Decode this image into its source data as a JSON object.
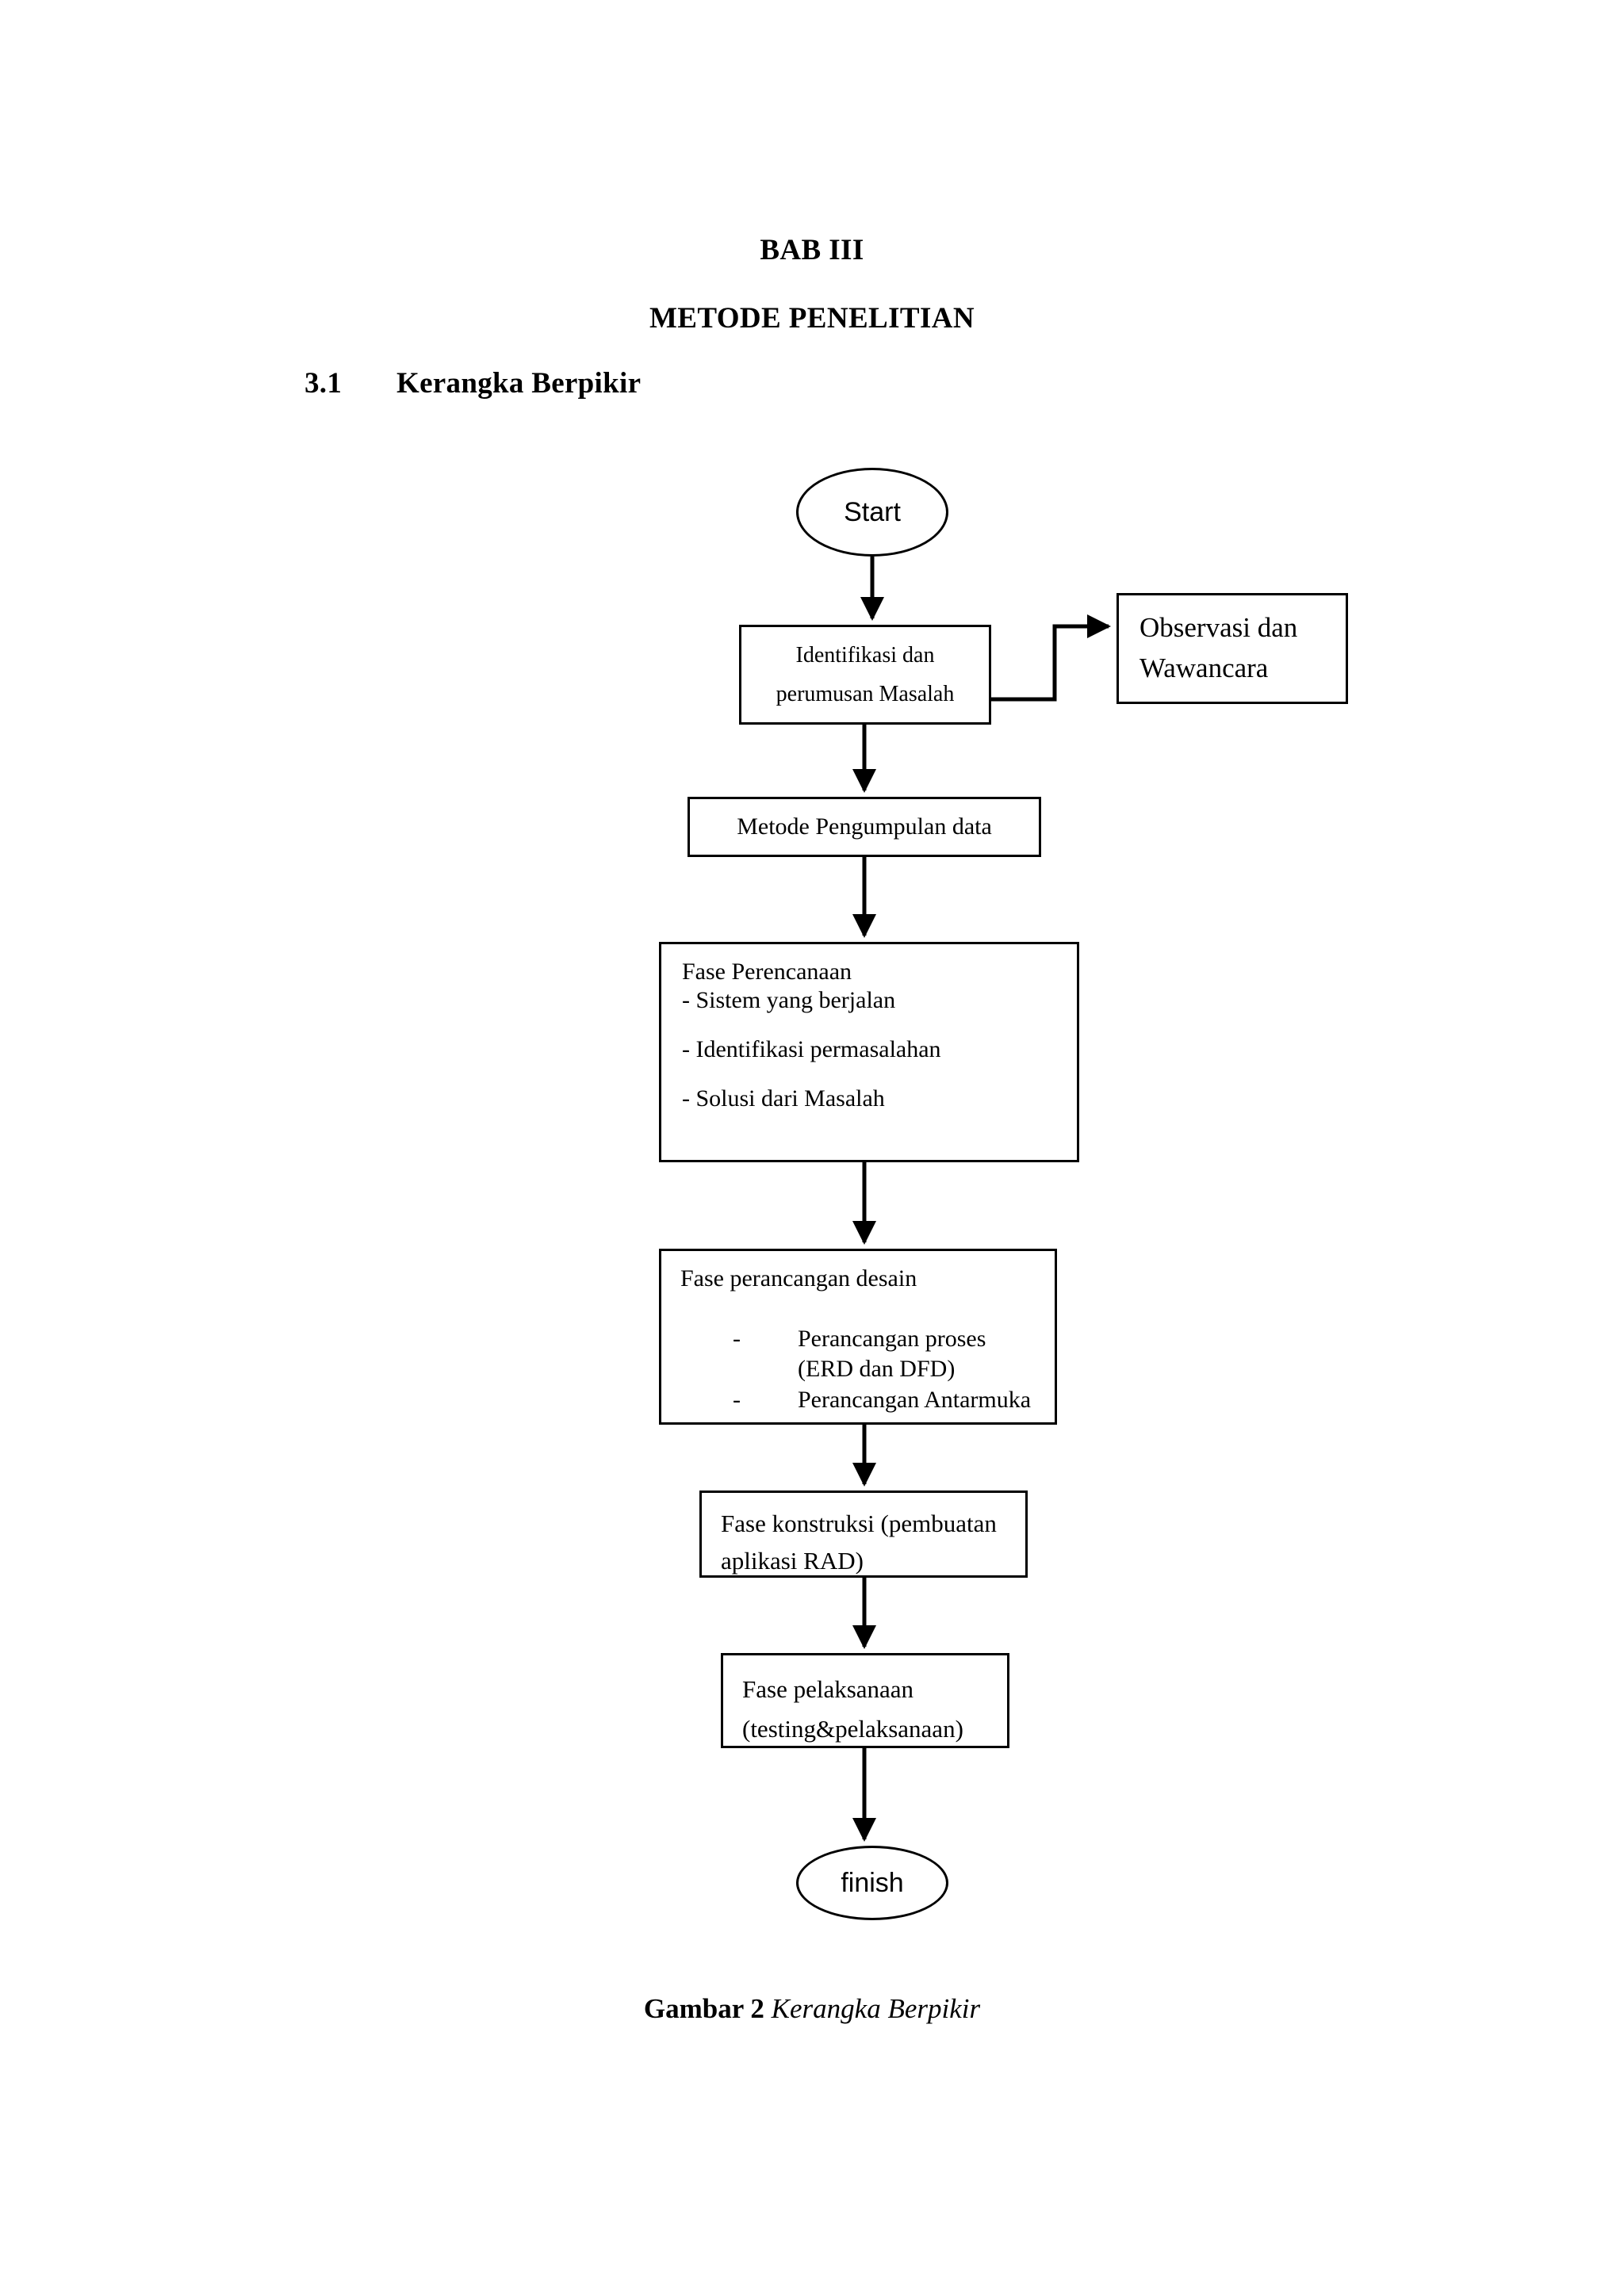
{
  "document": {
    "chapter_heading": "BAB III",
    "chapter_title": "METODE PENELITIAN",
    "section": {
      "number": "3.1",
      "title": "Kerangka Berpikir"
    },
    "figure_caption": {
      "label": "Gambar  2",
      "text": " Kerangka Berpikir"
    }
  },
  "flowchart": {
    "nodes": {
      "start": "Start",
      "identifikasi": "Identifikasi dan\nperumusan Masalah",
      "observasi": "Observasi dan\nWawancara",
      "metode": "Metode Pengumpulan  data",
      "perencanaan": {
        "title": "Fase Perencanaan",
        "item1": "- Sistem yang berjalan",
        "item2": "- Identifikasi permasalahan",
        "item3": "- Solusi dari Masalah"
      },
      "desain": {
        "title": "Fase perancangan  desain",
        "item1": "Perancangan  proses\n(ERD dan DFD)",
        "item2": "Perancangan  Antarmuka"
      },
      "konstruksi": "Fase konstruksi (pembuatan\naplikasi RAD)",
      "pelaksanaan": "Fase pelaksanaan\n(testing&pelaksanaan)",
      "finish": "finish"
    },
    "stroke_color": "#000000",
    "fill_color": "#ffffff"
  }
}
